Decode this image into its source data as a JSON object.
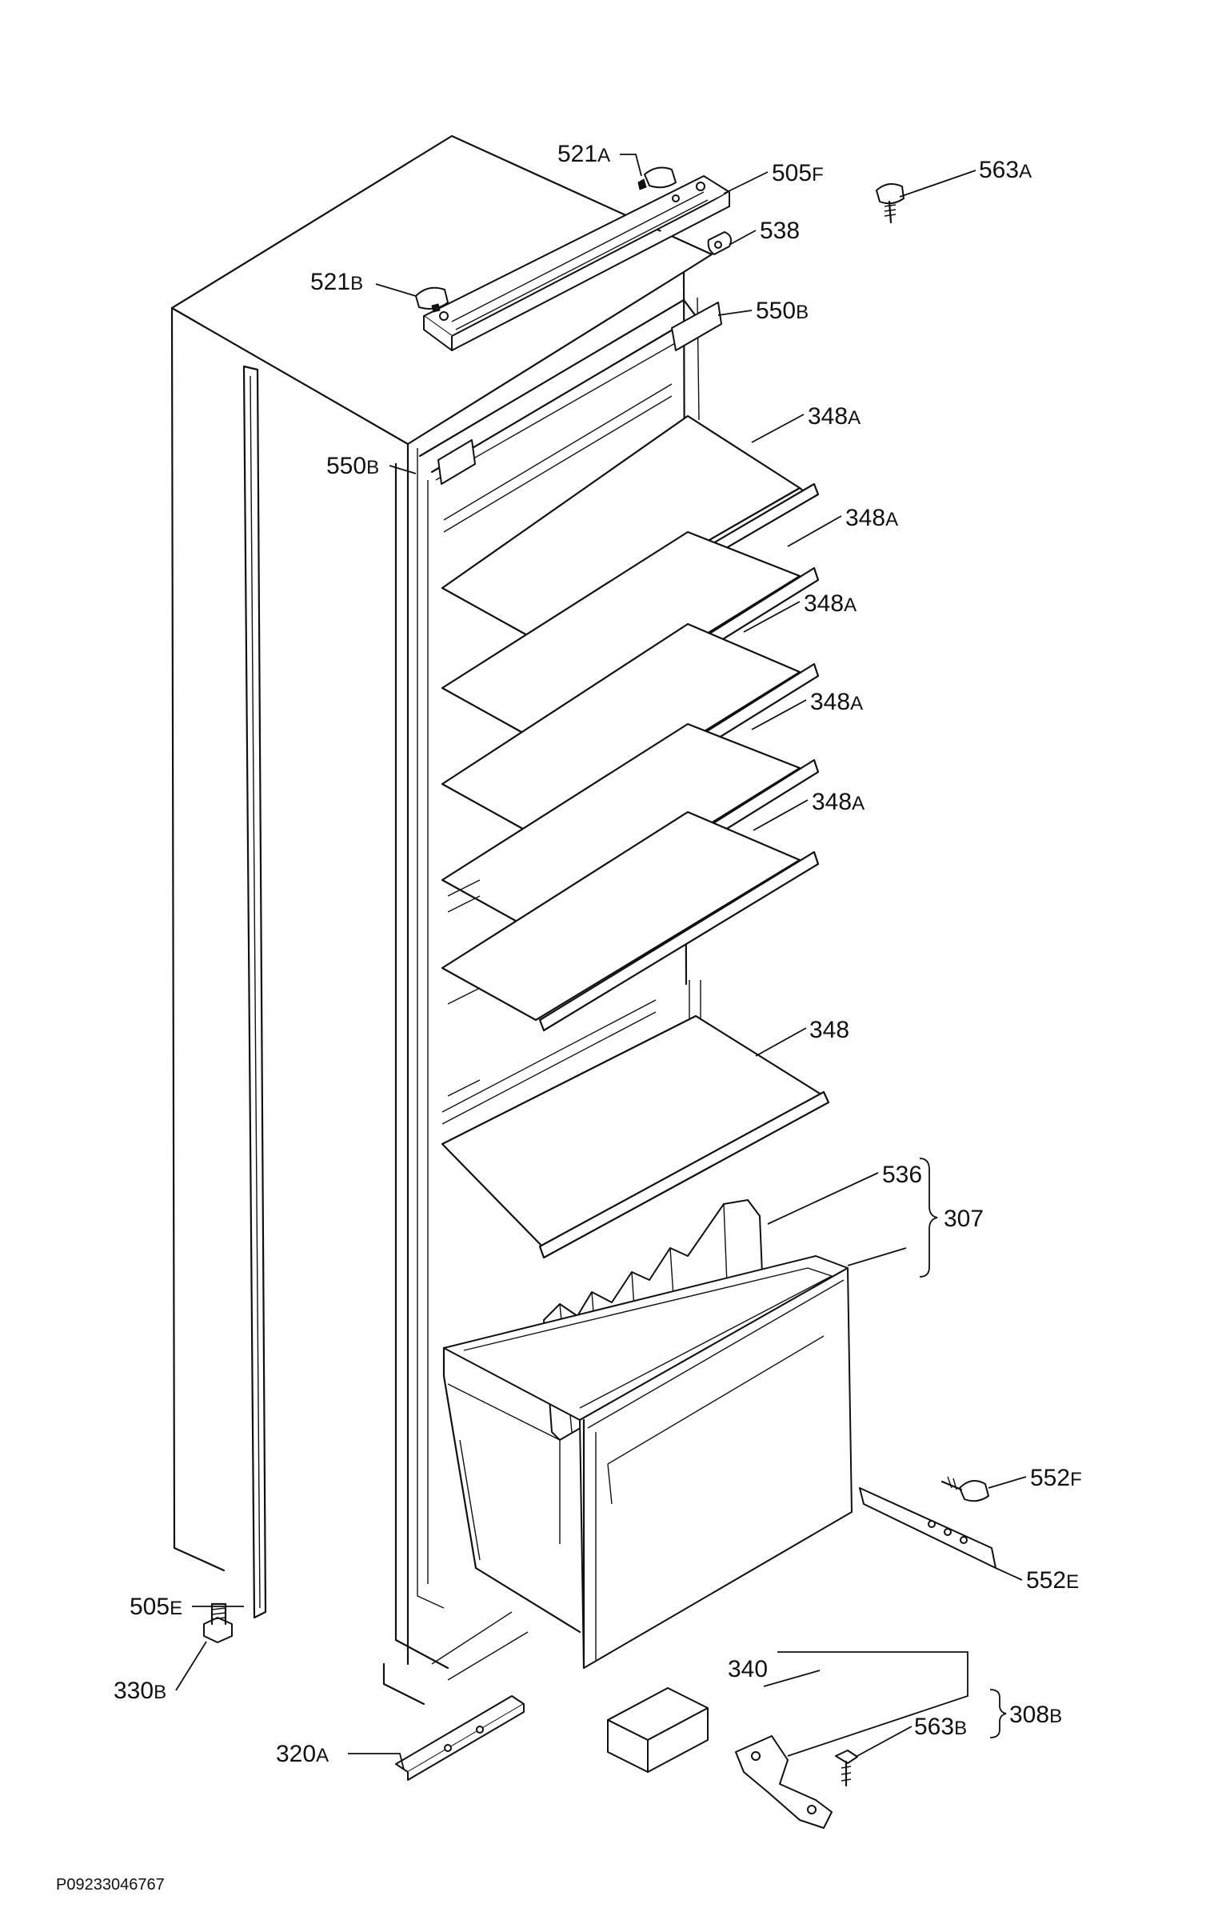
{
  "drawing_code": "P09233046767",
  "labels": {
    "p521a": {
      "num": "521",
      "suffix": "A"
    },
    "p505f": {
      "num": "505",
      "suffix": "F"
    },
    "p563a": {
      "num": "563",
      "suffix": "A"
    },
    "p538": {
      "num": "538",
      "suffix": ""
    },
    "p521b": {
      "num": "521",
      "suffix": "B"
    },
    "p550b_top": {
      "num": "550",
      "suffix": "B"
    },
    "p550b_left": {
      "num": "550",
      "suffix": "B"
    },
    "p348a_1": {
      "num": "348",
      "suffix": "A"
    },
    "p348a_2": {
      "num": "348",
      "suffix": "A"
    },
    "p348a_3": {
      "num": "348",
      "suffix": "A"
    },
    "p348a_4": {
      "num": "348",
      "suffix": "A"
    },
    "p348a_5": {
      "num": "348",
      "suffix": "A"
    },
    "p348": {
      "num": "348",
      "suffix": ""
    },
    "p536": {
      "num": "536",
      "suffix": ""
    },
    "p307": {
      "num": "307",
      "suffix": ""
    },
    "p552f": {
      "num": "552",
      "suffix": "F"
    },
    "p552e": {
      "num": "552",
      "suffix": "E"
    },
    "p505e": {
      "num": "505",
      "suffix": "E"
    },
    "p330b": {
      "num": "330",
      "suffix": "B"
    },
    "p340": {
      "num": "340",
      "suffix": ""
    },
    "p563b": {
      "num": "563",
      "suffix": "B"
    },
    "p308b": {
      "num": "308",
      "suffix": "B"
    },
    "p320a": {
      "num": "320",
      "suffix": "A"
    }
  }
}
